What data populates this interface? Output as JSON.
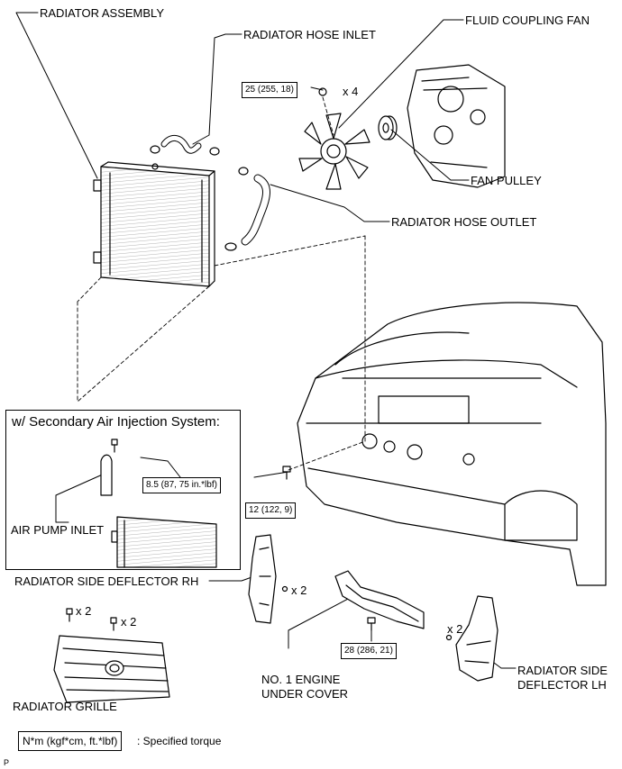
{
  "labels": {
    "radiator_assembly": "RADIATOR ASSEMBLY",
    "radiator_hose_inlet": "RADIATOR HOSE INLET",
    "fluid_coupling_fan": "FLUID COUPLING FAN",
    "fan_pulley": "FAN PULLEY",
    "radiator_hose_outlet": "RADIATOR HOSE OUTLET",
    "air_pump_inlet": "AIR PUMP INLET",
    "radiator_side_deflector_rh": "RADIATOR SIDE DEFLECTOR RH",
    "no1_engine_under_cover_line1": "NO. 1 ENGINE",
    "no1_engine_under_cover_line2": "UNDER COVER",
    "radiator_side_deflector_lh_line1": "RADIATOR SIDE",
    "radiator_side_deflector_lh_line2": "DEFLECTOR LH",
    "radiator_grille": "RADIATOR GRILLE"
  },
  "inset": {
    "title": "w/ Secondary Air Injection System:"
  },
  "torque": {
    "fan_nut": "25 (255, 18)",
    "air_pump_bolt": "8.5 (87, 75 in.*lbf)",
    "radiator_bolt": "12 (122, 9)",
    "under_cover_bolt": "28 (286, 21)"
  },
  "counts": {
    "fan_nut": "x 4",
    "deflector_rh": "x 2",
    "grille_clip": "x 2",
    "grille_screw": "x 2",
    "deflector_lh": "x 2"
  },
  "legend": {
    "box": "N*m (kgf*cm, ft.*lbf)",
    "text": ": Specified torque"
  },
  "corner_code": "P"
}
